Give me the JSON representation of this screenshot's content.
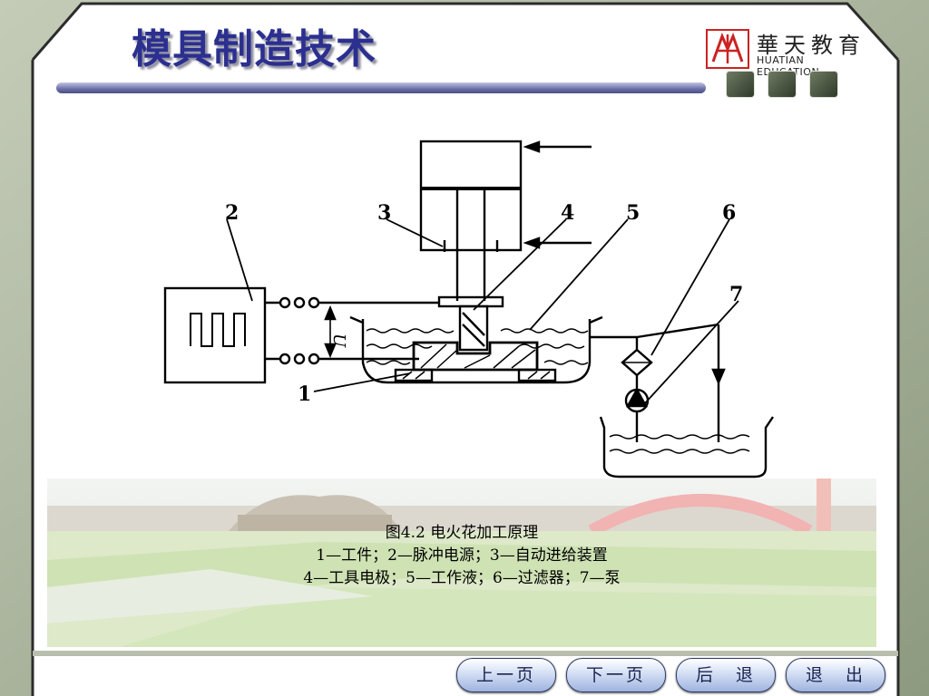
{
  "header": {
    "title": "模具制造技术",
    "logo_cn": "華天教育",
    "logo_en": "HUATIAN EDUCATION"
  },
  "diagram": {
    "labels": [
      "1",
      "2",
      "3",
      "4",
      "5",
      "6",
      "7"
    ],
    "voltage_label": "U"
  },
  "caption": {
    "title": "图4.2  电火花加工原理",
    "line1": "1—工件；2—脉冲电源；3—自动进给装置",
    "line2": "4—工具电极；5—工作液；6—过滤器；7—泵"
  },
  "nav": {
    "prev": "上一页",
    "next": "下一页",
    "back": "后　退",
    "exit": "退　出"
  },
  "colors": {
    "title": "#2b2f8f",
    "frame": "#a9b39c",
    "button_border": "#2e3c66"
  },
  "icons": [
    "nav-square-icon",
    "nav-square-icon",
    "nav-square-icon"
  ]
}
